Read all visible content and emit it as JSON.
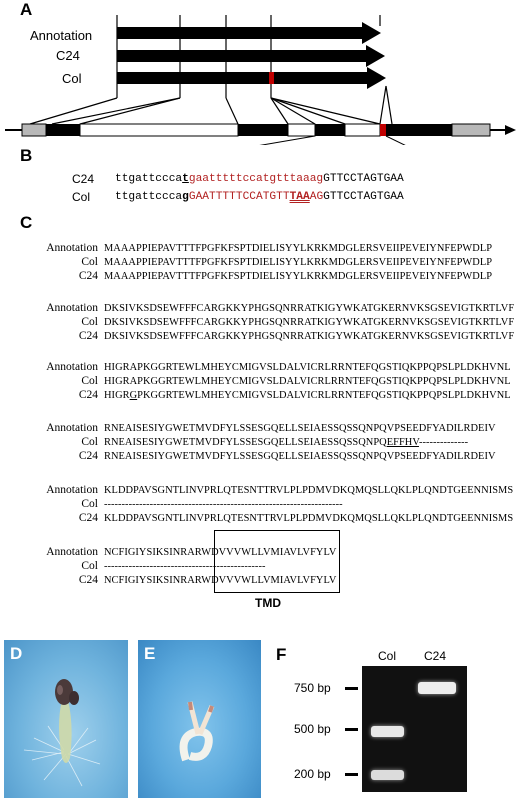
{
  "panels": {
    "A": "A",
    "B": "B",
    "C": "C",
    "D": "D",
    "E": "E",
    "F": "F"
  },
  "panelA": {
    "tracks": [
      "Annotation",
      "C24",
      "Col"
    ]
  },
  "panelB": {
    "c24": {
      "label": "C24",
      "pre": "ttgattccca",
      "ulchar": "t",
      "red": "gaatttttccatgtttaaag",
      "post": "GTTCCTAGTGAA"
    },
    "col": {
      "label": "Col",
      "pre": "ttgattccca",
      "ulchar": "g",
      "red1": "GAATTTTTCCATGTT",
      "stop": "TAA",
      "red2": "AG",
      "post": "GTTCCTAGTGAA"
    }
  },
  "panelC": {
    "blocks": [
      {
        "labels": [
          "Annotation",
          "Col",
          "C24"
        ],
        "seqs": [
          "MAAAPPIEPAVTTTFPGFKFSPTDIELISYYLKRKMDGLERSVEIIPEVEIYNFEPWDLP",
          "MAAAPPIEPAVTTTFPGFKFSPTDIELISYYLKRKMDGLERSVEIIPEVEIYNFEPWDLP",
          "MAAAPPIEPAVTTTFPGFKFSPTDIELISYYLKRKMDGLERSVEIIPEVEIYNFEPWDLP"
        ]
      },
      {
        "labels": [
          "Annotation",
          "Col",
          "C24"
        ],
        "seqs": [
          "DKSIVKSDSEWFFFCARGKKYPHGSQNRRATKIGYWKATGKERNVKSGSEVIGTKRTLVF",
          "DKSIVKSDSEWFFFCARGKKYPHGSQNRRATKIGYWKATGKERNVKSGSEVIGTKRTLVF",
          "DKSIVKSDSEWFFFCARGKKYPHGSQNRRATKIGYWKATGKERNVKSGSEVIGTKRTLVF"
        ]
      },
      {
        "labels": [
          "Annotation",
          "Col",
          "C24"
        ],
        "seqs": [
          "HIGRAPKGGRTEWLMHEYCMIGVSLDALVICRLRRNTEFQGSTIQKPPQPSLPLDKHVNL",
          "HIGRAPKGGRTEWLMHEYCMIGVSLDALVICRLRRNTEFQGSTIQKPPQPSLPLDKHVNL"
        ],
        "c24_pre": "HIGR",
        "c24_ul": "G",
        "c24_post": "PKGGRTEWLMHEYCMIGVSLDALVICRLRRNTEFQGSTIQKPPQPSLPLDKHVNL"
      },
      {
        "labels": [
          "Annotation",
          "Col",
          "C24"
        ],
        "seqs": [
          "RNEAISESIYGWETMVDFYLSSESGQELLSEIAESSQSSQNPQVPSEEDFYADILRDEIV",
          "RNEAISESIYGWETMVDFYLSSESGQELLSEIAESSQSSQNPQVPSEEDFYADILRDEIV"
        ],
        "col_pre": "RNEAISESIYGWETMVDFYLSSESGQELLSEIAESSQSSQNPQ",
        "col_ul": "EFFHV",
        "col_dash": "--------------"
      },
      {
        "labels": [
          "Annotation",
          "Col",
          "C24"
        ],
        "seqs": [
          "KLDDPAVSGNTLINVPRLQTESNTTRVLPLPDMVDKQMQSLLQKLPLQNDTGEENNISMS",
          "--------------------------------------------------------------------",
          "KLDDPAVSGNTLINVPRLQTESNTTRVLPLPDMVDKQMQSLLQKLPLQNDTGEENNISMS"
        ]
      },
      {
        "labels": [
          "Annotation",
          "Col",
          "C24"
        ],
        "seqs": [
          "NCFIGIYSIKSINRARWDVVVWLLVMIAVLVFYLV",
          "----------------------------------------------",
          "NCFIGIYSIKSINRARWDVVVWLLVMIAVLVFYLV"
        ]
      }
    ],
    "tmd": "TMD"
  },
  "panelF": {
    "lanes": [
      "Col",
      "C24"
    ],
    "markers": [
      "750 bp",
      "500 bp",
      "200 bp"
    ]
  }
}
